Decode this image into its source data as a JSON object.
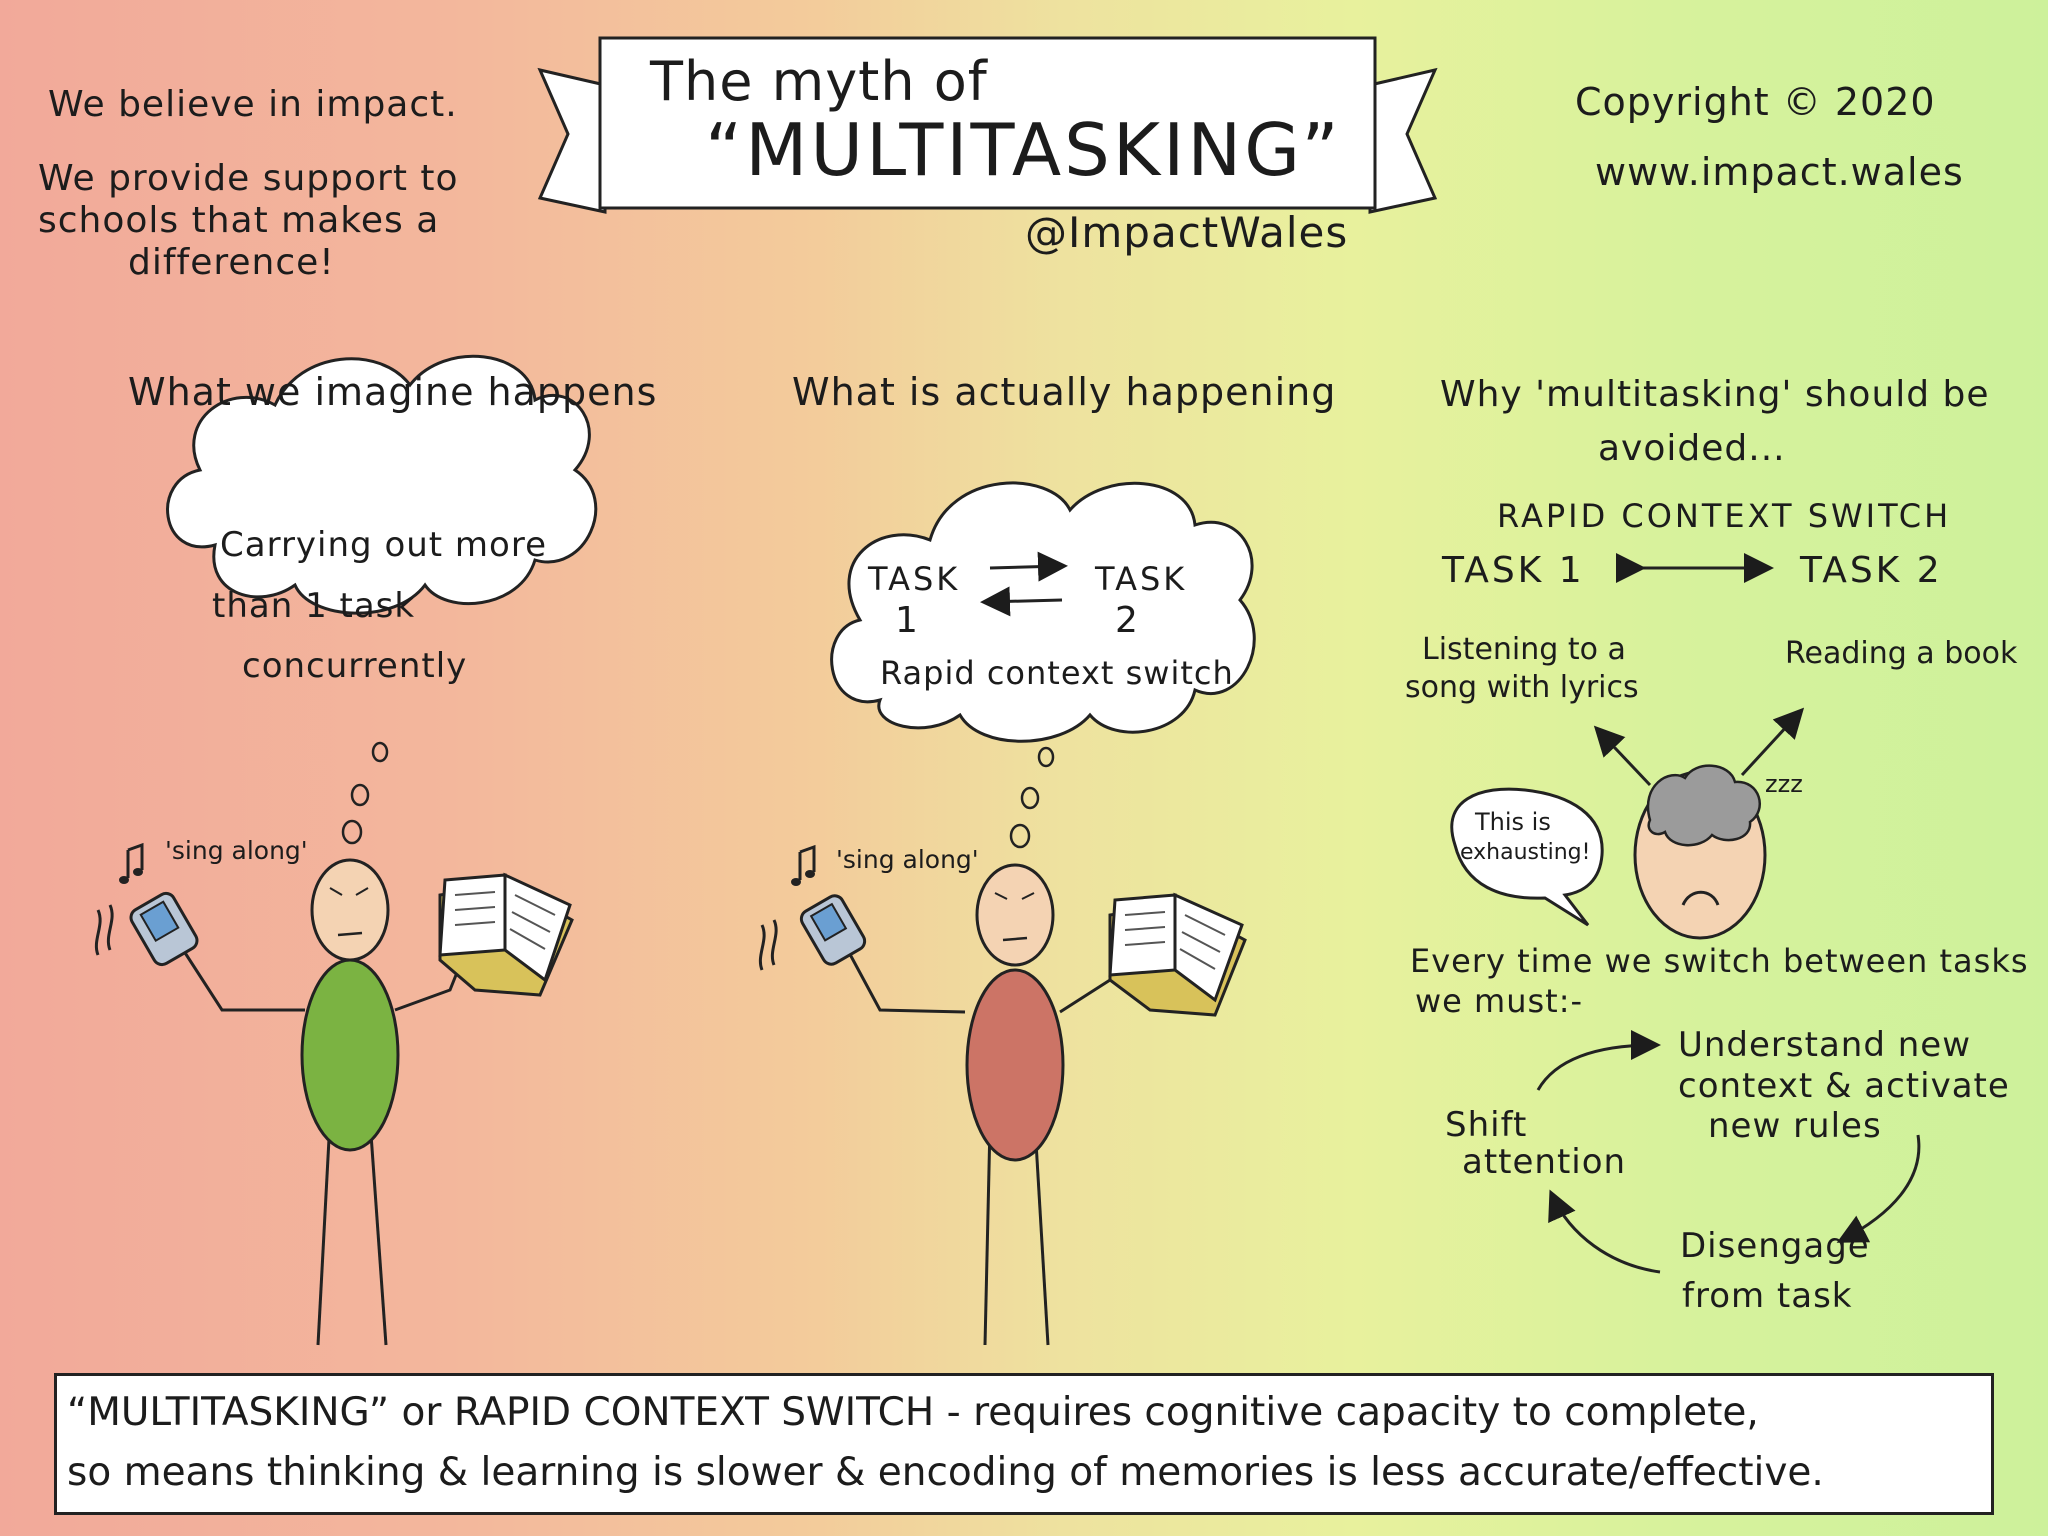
{
  "header": {
    "title_line1": "The myth of",
    "title_line2": "“MULTITASKING”",
    "handle": "@ImpactWales",
    "copyright": "Copyright © 2020",
    "website": "www.impact.wales"
  },
  "intro": {
    "line1": "We believe in impact.",
    "line2": "We provide support to",
    "line3": "schools that makes a",
    "line4": "difference!"
  },
  "panel_imagine": {
    "heading": "What we imagine happens",
    "thought_line1": "Carrying out more",
    "thought_line2": "than 1 task",
    "thought_line3": "concurrently",
    "sing_label": "'sing along'"
  },
  "panel_actual": {
    "heading": "What is actually happening",
    "task1_label": "TASK",
    "task1_num": "1",
    "task2_label": "TASK",
    "task2_num": "2",
    "caption": "Rapid context switch",
    "sing_label": "'sing along'"
  },
  "panel_why": {
    "heading_line1": "Why 'multitasking' should be",
    "heading_line2": "avoided...",
    "switch_title": "RAPID CONTEXT SWITCH",
    "task1": "TASK 1",
    "task2": "TASK 2",
    "listening_line1": "Listening to a",
    "listening_line2": "song with lyrics",
    "reading": "Reading a book",
    "speech_line1": "This is",
    "speech_line2": "exhausting!",
    "zzz": "zzz",
    "every_line1": "Every time we switch between tasks",
    "every_line2": "we must:-",
    "cycle_understand_1": "Understand new",
    "cycle_understand_2": "context & activate",
    "cycle_understand_3": "new rules",
    "cycle_shift_1": "Shift",
    "cycle_shift_2": "attention",
    "cycle_disengage_1": "Disengage",
    "cycle_disengage_2": "from task"
  },
  "footer": {
    "line1": "“MULTITASKING” or RAPID CONTEXT SWITCH - requires cognitive capacity to complete,",
    "line2": "so means thinking & learning is slower & encoding of memories is less accurate/effective."
  },
  "colors": {
    "green_body": "#7bb342",
    "red_body": "#cc7466",
    "skin": "#f4d3b3",
    "brain": "#9b9b9b"
  }
}
